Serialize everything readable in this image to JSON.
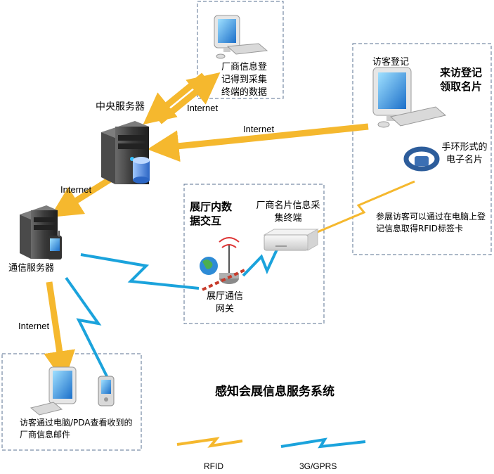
{
  "title": "感知会展信息服务系统",
  "nodes": {
    "central_server": "中央服务器",
    "comm_server": "通信服务器",
    "vendor_info_pc": "厂商信息登记得到采集终端的数据",
    "visitor_reg_pc": "访客登记",
    "visit_heading": "来访登记领取名片",
    "wristband": "手环形式的电子名片",
    "rfid_note": "参展访客可以通过在电脑上登记信息取得RFID标签卡",
    "hall_heading": "展厅内数据交互",
    "card_terminal": "厂商名片信息采集终端",
    "hall_gateway": "展厅通信网关",
    "visitor_devices": "访客通过电脑/PDA查看收到的厂商信息邮件"
  },
  "links": {
    "internet_1": "Internet",
    "internet_2": "Internet",
    "internet_3": "Internet",
    "internet_4": "Internet"
  },
  "legend": {
    "rfid": "RFID",
    "gprs": "3G/GPRS"
  },
  "colors": {
    "arrow": "#F5B82E",
    "rfid_wave": "#F5B82E",
    "gprs_wave": "#1BA3DC",
    "box_border": "#5A7090"
  }
}
